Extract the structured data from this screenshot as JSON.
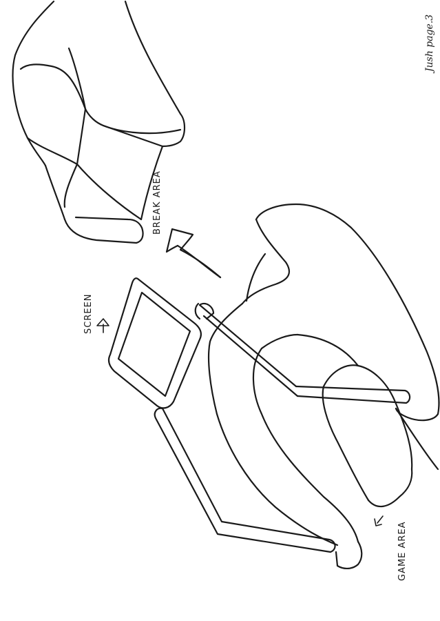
{
  "labels": {
    "break_area": "BREAK AREA",
    "screen": "SCREEN",
    "game_area": "GAME AREA",
    "page_note": "Jush page.3"
  },
  "colors": {
    "ink": "#1a1a1a",
    "paper": "#ffffff"
  }
}
